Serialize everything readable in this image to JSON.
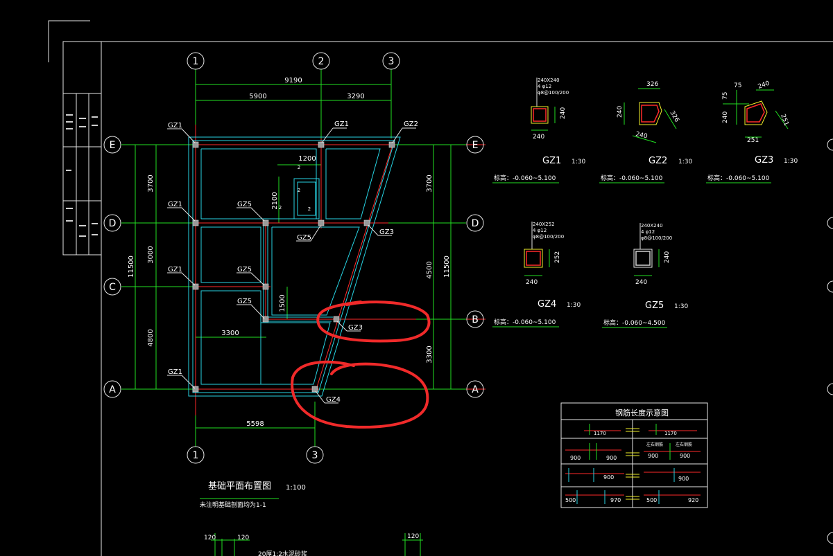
{
  "plan": {
    "title": "基础平面布置图",
    "scale": "1:100",
    "note": "未注明基础剖面均为1-1",
    "axes": {
      "top": [
        "1",
        "2",
        "3"
      ],
      "bottom": [
        "1",
        "3"
      ],
      "left": [
        "E",
        "D",
        "C",
        "A"
      ],
      "right": [
        "E",
        "D",
        "B",
        "A"
      ]
    },
    "dimensions": {
      "top_total": "9190",
      "top_1_2": "5900",
      "top_2_3": "3290",
      "bottom_1_3": "5598",
      "left_total": "11500",
      "left_ED": "3700",
      "left_DC": "3000",
      "left_CA": "4800",
      "right_total": "11500",
      "right_ED": "3700",
      "right_DB": "4500",
      "right_BA": "3300",
      "inner_1200": "1200",
      "inner_2100": "2100",
      "inner_1500": "1500",
      "inner_3300": "3300",
      "inner_2a": "2",
      "inner_2b": "2",
      "inner_2c": "2",
      "inner_2d": "2"
    },
    "column_labels": {
      "gz1_e1": "GZ1",
      "gz1_e2": "GZ1",
      "gz2_e3": "GZ2",
      "gz1_d1": "GZ1",
      "gz5_d": "GZ5",
      "gz5_d2": "GZ5",
      "gz3_d": "GZ3",
      "gz1_c1": "GZ1",
      "gz5_c": "GZ5",
      "gz5_b": "GZ5",
      "gz3_b": "GZ3",
      "gz1_a1": "GZ1",
      "gz4_a": "GZ4"
    }
  },
  "details": [
    {
      "name": "GZ1",
      "scale": "1:30",
      "elev": "标高：-0.060~5.100",
      "spec1": "240X240",
      "spec2": "4 φ12",
      "spec3": "φ8@100/200",
      "dim_b": "240",
      "dim_h": "240"
    },
    {
      "name": "GZ2",
      "scale": "1:30",
      "elev": "标高：-0.060~5.100",
      "dim_top": "326",
      "dim_l": "240",
      "dim_bl": "240",
      "dim_r": "326"
    },
    {
      "name": "GZ3",
      "scale": "1:30",
      "elev": "标高：-0.060~5.100",
      "dim_75a": "75",
      "dim_75b": "75",
      "dim_240t": "240",
      "dim_240l": "240",
      "dim_251r": "251",
      "dim_251b": "251"
    },
    {
      "name": "GZ4",
      "scale": "1:30",
      "elev": "标高：-0.060~5.100",
      "spec1": "240X252",
      "spec2": "4 φ12",
      "spec3": "φ8@100/200",
      "dim_b": "240",
      "dim_h": "252"
    },
    {
      "name": "GZ5",
      "scale": "1:30",
      "elev": "标高：-0.060~4.500",
      "spec1": "240X240",
      "spec2": "4 φ12",
      "spec3": "φ8@100/200",
      "dim_b": "240",
      "dim_h": "240"
    }
  ],
  "rebar": {
    "title": "钢筋长度示意图",
    "r1": "1170",
    "r1b": "1170",
    "r2a": "900",
    "r2b": "900",
    "r2c": "左右钢筋",
    "r2d": "左右钢筋",
    "r2e": "900",
    "r2f": "900",
    "r3a": "900",
    "r3b": "900",
    "r4a": "500",
    "r4b": "970",
    "r4c": "500",
    "r4d": "920"
  },
  "footer": {
    "d1": "120",
    "d2": "120",
    "d3": "120",
    "caption": "20厚1:2水泥砂浆"
  },
  "colors": {
    "background": "#000000",
    "grid": "#22e022",
    "wall": "#27d4e4",
    "rebar": "#ff2a2a",
    "text": "#ffffff",
    "annotation": "#ff2a2a"
  }
}
